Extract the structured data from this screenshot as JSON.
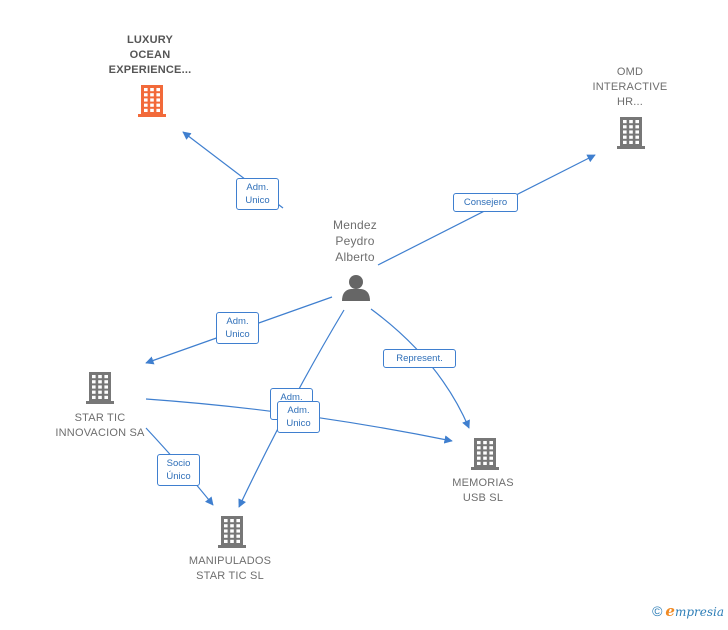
{
  "colors": {
    "edge": "#3f7fcf",
    "building_default": "#777777",
    "building_focus": "#f26a3a",
    "person": "#666666"
  },
  "person": {
    "label": "Mendez\nPeydro\nAlberto",
    "icon": "person-icon"
  },
  "companies": [
    {
      "id": "luxury",
      "label": "LUXURY\nOCEAN\nEXPERIENCE...",
      "icon": "building-icon",
      "highlighted": true
    },
    {
      "id": "omd",
      "label": "OMD\nINTERACTIVE\nHR...",
      "icon": "building-icon",
      "highlighted": false
    },
    {
      "id": "startic",
      "label": "STAR TIC\nINNOVACION SA",
      "icon": "building-icon",
      "highlighted": false
    },
    {
      "id": "memorias",
      "label": "MEMORIAS\nUSB SL",
      "icon": "building-icon",
      "highlighted": false
    },
    {
      "id": "manipulados",
      "label": "MANIPULADOS\nSTAR TIC SL",
      "icon": "building-icon",
      "highlighted": false
    }
  ],
  "relations": [
    {
      "from": "person",
      "to": "luxury",
      "label": "Adm.\nUnico"
    },
    {
      "from": "person",
      "to": "omd",
      "label": "Consejero"
    },
    {
      "from": "person",
      "to": "startic",
      "label": "Adm.\nUnico"
    },
    {
      "from": "person",
      "to": "memorias",
      "label": "Represent."
    },
    {
      "from": "person",
      "to": "manipulados",
      "label": "Adm.\nUnico"
    },
    {
      "from": "startic",
      "to": "memorias",
      "label": "Adm.\nUnico"
    },
    {
      "from": "startic",
      "to": "manipulados",
      "label": "Socio\nÚnico"
    }
  ],
  "footer": {
    "copyright": "©",
    "brand_first": "e",
    "brand_rest": "mpresia"
  }
}
